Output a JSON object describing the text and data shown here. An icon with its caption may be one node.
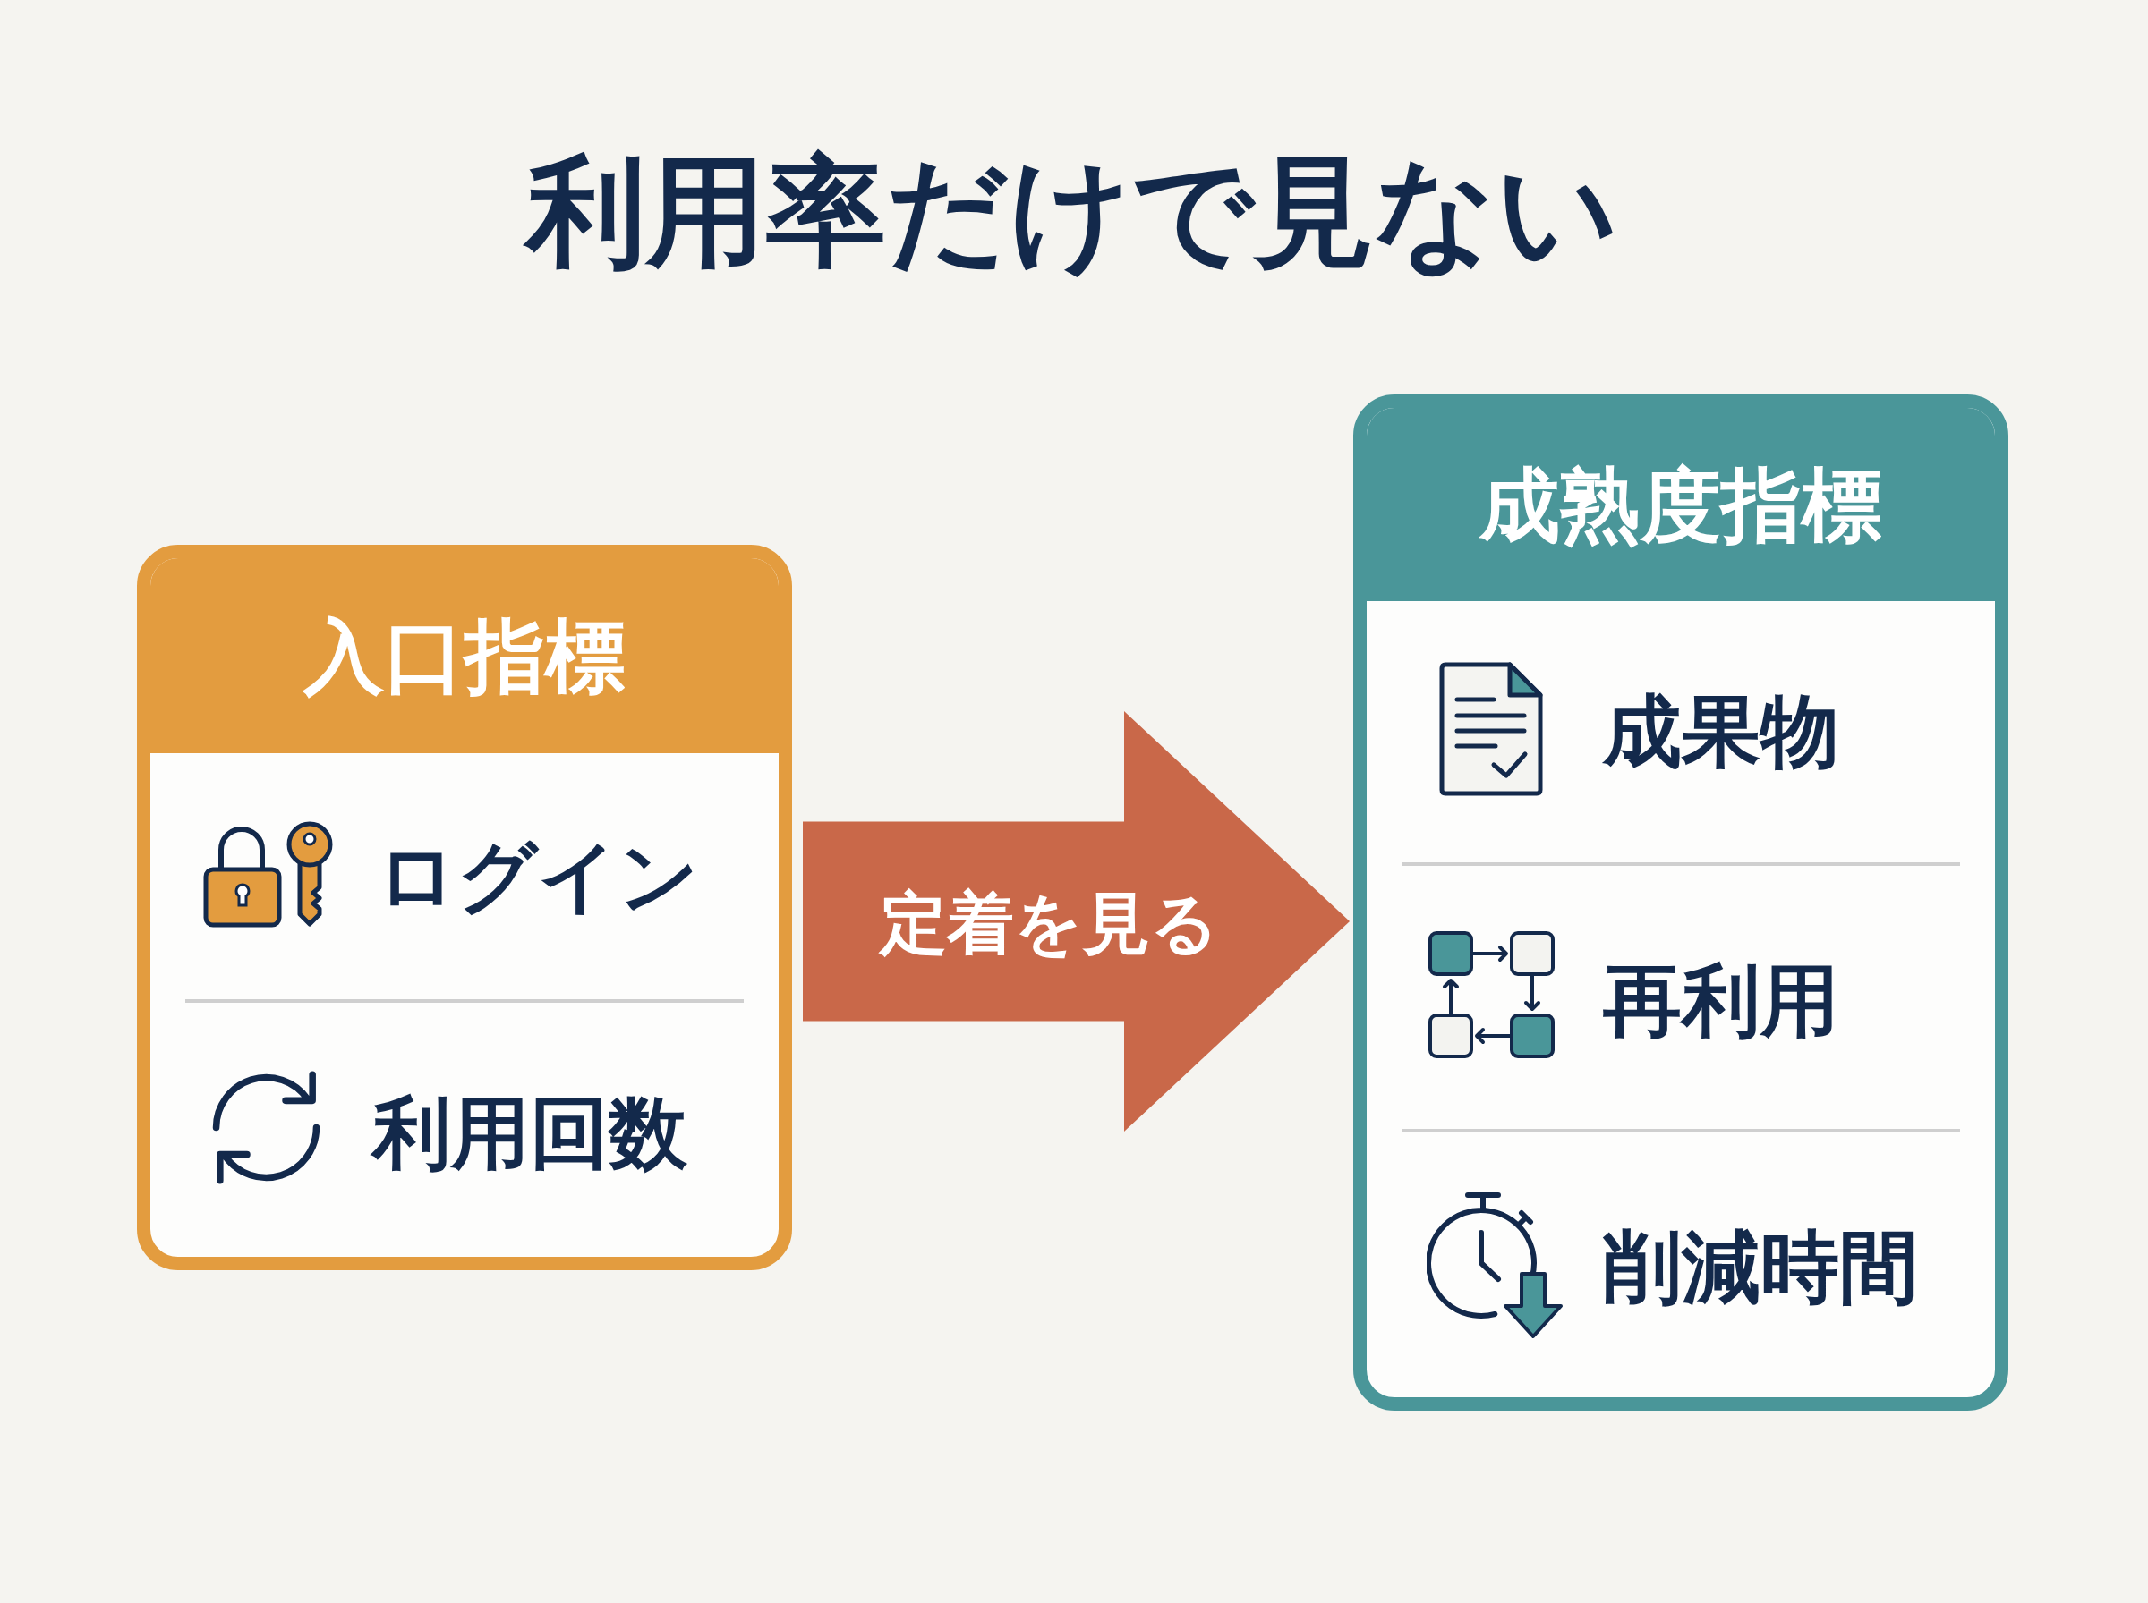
{
  "diagram": {
    "title": "利用率だけで見ない",
    "nodes": [
      {
        "text": [
          "入口指標"
        ]
      },
      {
        "text": [
          "ログイン"
        ],
        "in": 0
      },
      {
        "text": [
          "利用回数"
        ],
        "in": 0
      },
      {
        "text": [
          "成熟度指標"
        ]
      },
      {
        "text": [
          "成果物"
        ],
        "in": 3
      },
      {
        "text": [
          "再利用"
        ],
        "in": 3
      },
      {
        "text": [
          "削減時間"
        ],
        "in": 3
      }
    ],
    "edges": [
      {
        "from": 0,
        "to": 3,
        "arrow": "to",
        "label": "定着を見る",
        "color": "#c96849"
      }
    ]
  }
}
